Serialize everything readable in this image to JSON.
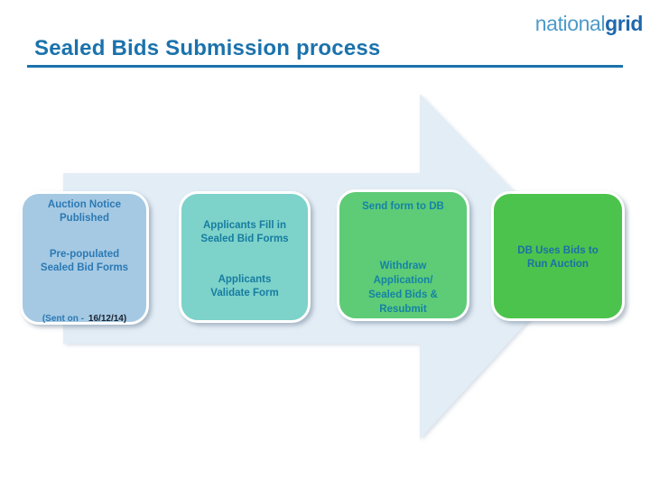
{
  "logo": {
    "part1": "national",
    "part2": "grid"
  },
  "header": {
    "title": "Sealed Bids Submission process"
  },
  "colors": {
    "title": "#1B72AC",
    "rule": "#1B72AC",
    "logo_light": "#4D9AC9",
    "logo_dark": "#1E68AC",
    "arrow_fill": "#E3EDF6"
  },
  "steps": [
    {
      "fill": "#A5C9E3",
      "text_color": "#2B79B4",
      "title": "Auction Notice\nPublished",
      "body": "Pre-populated\nSealed Bid Forms",
      "note": {
        "label": "(Sent on -",
        "date": "16/12/14)",
        "date_color": "#1C2430"
      }
    },
    {
      "fill": "#7DD2CA",
      "text_color": "#177CA0",
      "title": "Applicants Fill in\nSealed Bid Forms",
      "body": "Applicants\nValidate Form"
    },
    {
      "fill": "#5ECB77",
      "text_color": "#1583A5",
      "title": "Send form to DB",
      "body": "Withdraw\nApplication/\nSealed Bids &\nResubmit"
    },
    {
      "fill": "#4CC34C",
      "text_color": "#1C6FA8",
      "body": "DB Uses Bids to\nRun Auction"
    }
  ]
}
